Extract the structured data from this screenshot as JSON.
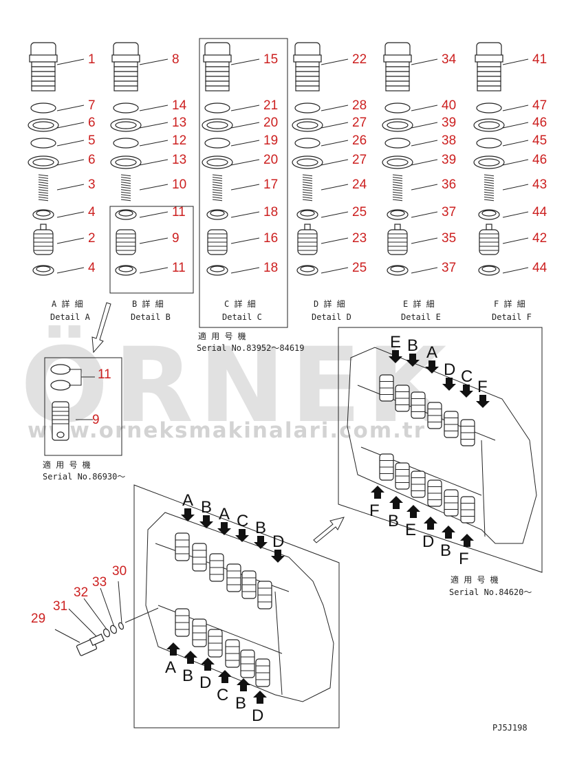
{
  "watermark": {
    "brand": "ÖRNEK",
    "url": "www.orneksmakinalari.com.tr"
  },
  "columns": [
    {
      "detail": "Detail A",
      "caption_jp": "A 詳 細",
      "labels": [
        "1",
        "7",
        "6",
        "5",
        "6",
        "3",
        "4",
        "2",
        "4"
      ]
    },
    {
      "detail": "Detail B",
      "caption_jp": "B 詳 細",
      "labels": [
        "8",
        "14",
        "13",
        "12",
        "13",
        "10",
        "11",
        "9",
        "11"
      ]
    },
    {
      "detail": "Detail C",
      "caption_jp": "C 詳 細",
      "labels": [
        "15",
        "21",
        "20",
        "19",
        "20",
        "17",
        "18",
        "16",
        "18"
      ]
    },
    {
      "detail": "Detail D",
      "caption_jp": "D 詳 細",
      "labels": [
        "22",
        "28",
        "27",
        "26",
        "27",
        "24",
        "25",
        "23",
        "25"
      ]
    },
    {
      "detail": "Detail E",
      "caption_jp": "E 詳 細",
      "labels": [
        "34",
        "40",
        "39",
        "38",
        "39",
        "36",
        "37",
        "35",
        "37"
      ]
    },
    {
      "detail": "Detail F",
      "caption_jp": "F 詳 細",
      "labels": [
        "41",
        "47",
        "46",
        "45",
        "46",
        "43",
        "44",
        "42",
        "44"
      ]
    }
  ],
  "serials": {
    "c_box": {
      "jp": "適 用 号 機",
      "text": "Serial No.83952～84619"
    },
    "inset": {
      "jp": "適 用 号 機",
      "text": "Serial No.86930～"
    },
    "right": {
      "jp": "適 用 号 機",
      "text": "Serial No.84620～"
    }
  },
  "inset_labels": [
    "11",
    "9"
  ],
  "plug_labels": [
    "29",
    "31",
    "32",
    "33",
    "30"
  ],
  "main_top_letters": [
    "A",
    "B",
    "A",
    "C",
    "B",
    "D"
  ],
  "main_bottom_letters": [
    "A",
    "B",
    "D",
    "C",
    "B",
    "D"
  ],
  "right_top_letters": [
    "E",
    "B",
    "A",
    "D",
    "C",
    "F"
  ],
  "right_bottom_letters": [
    "F",
    "B",
    "E",
    "D",
    "B",
    "F"
  ],
  "drawing_code": "PJ5J198"
}
